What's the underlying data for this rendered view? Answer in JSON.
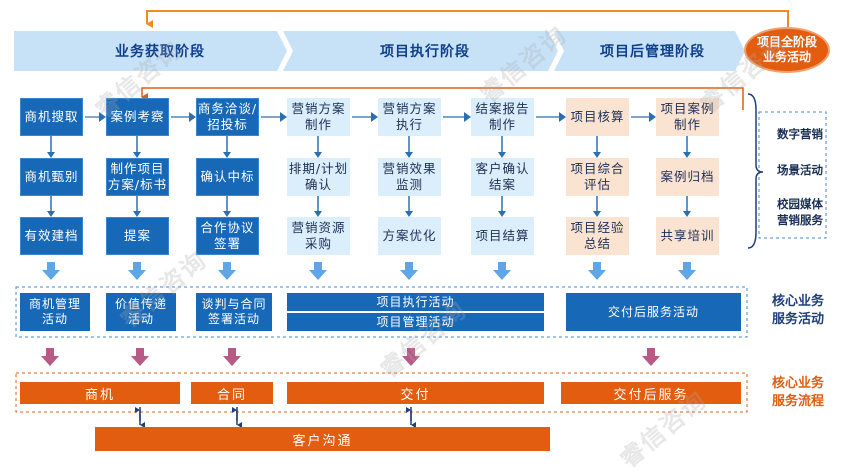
{
  "phases": [
    "业务获取阶段",
    "项目执行阶段",
    "项目后管理阶段"
  ],
  "full_cycle": "项目全阶段\n业务活动",
  "columns": [
    [
      "商机搜取",
      "商机甄别",
      "有效建档"
    ],
    [
      "案例考察",
      "制作项目\n方案/标书",
      "提案"
    ],
    [
      "商务洽谈/\n招投标",
      "确认中标",
      "合作协议\n签署"
    ],
    [
      "营销方案\n制作",
      "排期/计划\n确认",
      "营销资源\n采购"
    ],
    [
      "营销方案\n执行",
      "营销效果\n监测",
      "方案优化"
    ],
    [
      "结案报告\n制作",
      "客户确认\n结案",
      "项目结算"
    ],
    [
      "项目核算",
      "项目综合\n评估",
      "项目经验\n总结"
    ],
    [
      "项目案例\n制作",
      "案例归档",
      "共享培训"
    ]
  ],
  "side_activities": [
    "数字营销",
    "场景活动",
    "校园媒体\n营销服务"
  ],
  "core_activities": {
    "a": "商机管理\n活动",
    "b": "价值传递\n活动",
    "c": "谈判与合同\n签署活动",
    "d": "项目执行活动",
    "e": "项目管理活动",
    "f": "交付后服务活动"
  },
  "core_activities_label": "核心业务\n服务活动",
  "core_process": [
    "商机",
    "合同",
    "交付",
    "交付后服务"
  ],
  "core_process_label": "核心业务\n服务流程",
  "customer_communication": "客户沟通",
  "colors": {
    "dark_blue": "#1769b8",
    "light_blue": "#dbeefb",
    "peach": "#fbe3d2",
    "orange": "#e35d11",
    "navy": "#0f3f8a"
  },
  "watermark": "睿信咨询"
}
